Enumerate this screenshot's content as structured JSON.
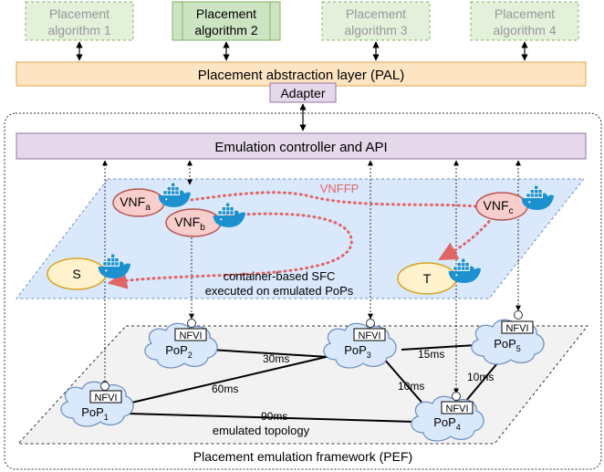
{
  "algorithms": [
    {
      "line1": "Placement",
      "line2": "algorithm 1",
      "active": false
    },
    {
      "line1": "Placement",
      "line2": "algorithm 2",
      "active": true
    },
    {
      "line1": "Placement",
      "line2": "algorithm 3",
      "active": false
    },
    {
      "line1": "Placement",
      "line2": "algorithm 4",
      "active": false
    }
  ],
  "pal_label": "Placement abstraction layer (PAL)",
  "adapter_label": "Adapter",
  "controller_label": "Emulation controller and API",
  "pef_label": "Placement emulation framework (PEF)",
  "sfc": {
    "vnffp_label": "VNFFP",
    "caption_line1": "container-based SFC",
    "caption_line2": "executed on emulated PoPs",
    "nodes": [
      {
        "base": "VNF",
        "sub": "a"
      },
      {
        "base": "VNF",
        "sub": "b"
      },
      {
        "base": "VNF",
        "sub": "c"
      },
      {
        "base": "S",
        "sub": ""
      },
      {
        "base": "T",
        "sub": ""
      }
    ]
  },
  "topology": {
    "caption": "emulated topology",
    "nfvi_label": "NFVI",
    "pops": [
      {
        "base": "PoP",
        "sub": "1"
      },
      {
        "base": "PoP",
        "sub": "2"
      },
      {
        "base": "PoP",
        "sub": "3"
      },
      {
        "base": "PoP",
        "sub": "4"
      },
      {
        "base": "PoP",
        "sub": "5"
      }
    ],
    "links": [
      {
        "label": "30ms"
      },
      {
        "label": "60ms"
      },
      {
        "label": "15ms"
      },
      {
        "label": "10ms"
      },
      {
        "label": "10ms"
      },
      {
        "label": "90ms"
      }
    ]
  },
  "colors": {
    "algo_fill": "#e3f0da",
    "algo_active_fill": "#cde4c3",
    "algo_stroke": "#82b366",
    "pal_fill": "#fde4c3",
    "pal_stroke": "#e5a44b",
    "controller_fill": "#e4d8ea",
    "controller_stroke": "#9673a6",
    "sfc_plane_fill": "#dae8fc",
    "vnf_fill": "#f8cecc",
    "vnf_stroke": "#b85450",
    "st_fill": "#fff2cc",
    "st_stroke": "#d6a21e",
    "vnffp_color": "#e06666",
    "pop_fill": "#dae8fc",
    "pop_stroke": "#6c8ebf"
  }
}
